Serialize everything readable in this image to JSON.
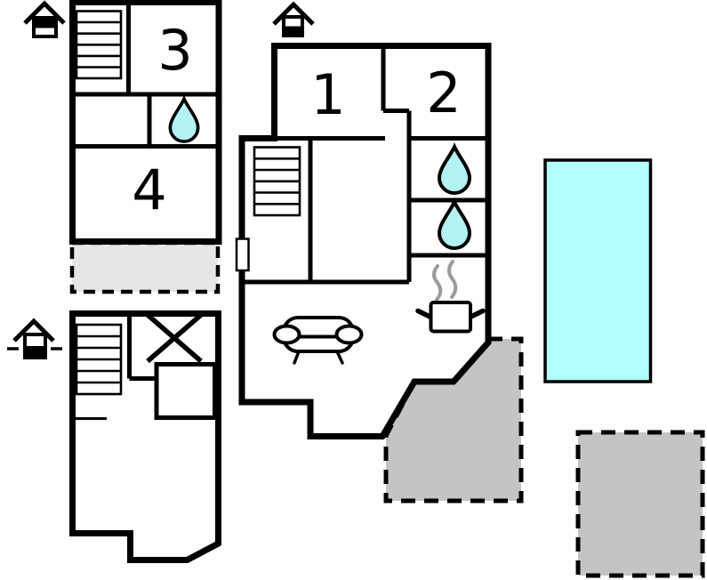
{
  "plan": {
    "rooms": {
      "room1": {
        "label": "1"
      },
      "room2": {
        "label": "2"
      },
      "room3": {
        "label": "3"
      },
      "room4": {
        "label": "4"
      }
    },
    "colors": {
      "wall": "#000000",
      "pool": "#b3ffff",
      "water_drop": "#b3f2f2",
      "terrace": "#c4c4c4",
      "balcony": "#e6e6e6",
      "steam": "#9b9b9b",
      "background": "#ffffff"
    },
    "icons": {
      "entrance_upper_floor": "house-entrance-upper-floor-icon",
      "entrance_ground_floor": "house-entrance-ground-floor-icon",
      "entrance_annex": "house-entrance-ground-floor-dashed-icon",
      "water_drop": "water-drop-icon",
      "stairs": "staircase-icon",
      "stove_pot": "cooking-pot-icon",
      "sofa": "sofa-icon",
      "void_cross": "crossed-area-icon"
    },
    "areas": {
      "pool": "swimming-pool",
      "terrace": "terrace",
      "patio": "patio",
      "balcony": "balcony"
    }
  }
}
